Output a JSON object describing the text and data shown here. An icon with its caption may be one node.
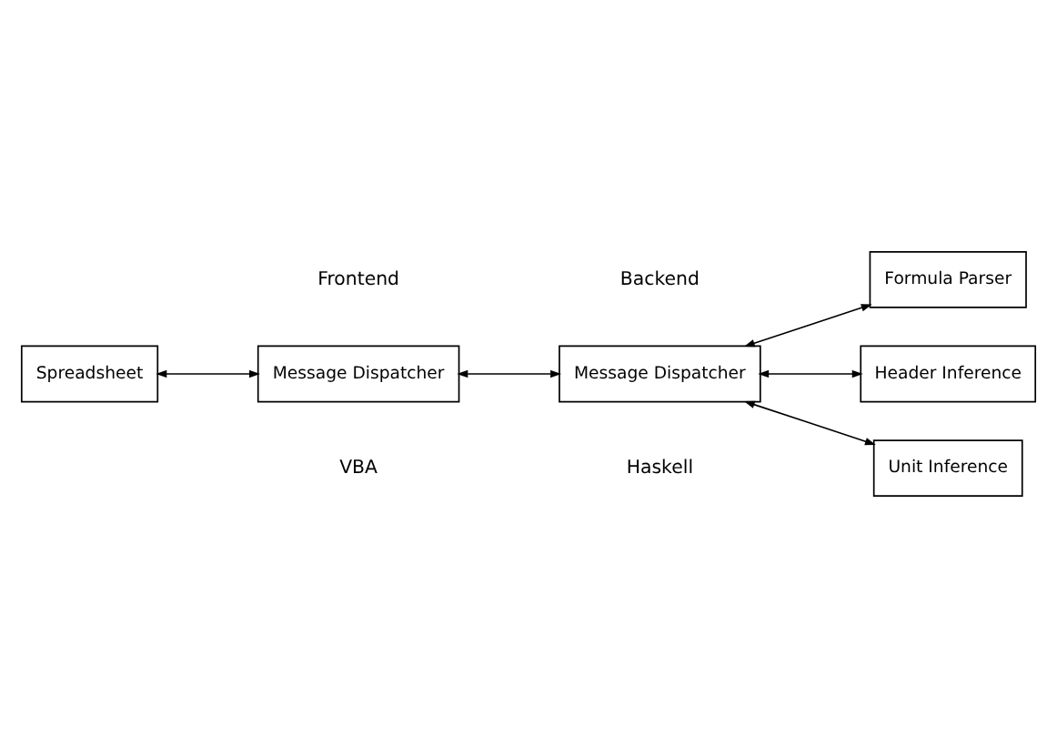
{
  "diagram": {
    "nodes": [
      {
        "text": [
          "Spreadsheet"
        ]
      },
      {
        "text": [
          "Message Dispatcher"
        ]
      },
      {
        "text": [
          "Message Dispatcher"
        ]
      },
      {
        "text": [
          "Formula Parser"
        ]
      },
      {
        "text": [
          "Header Inference"
        ]
      },
      {
        "text": [
          "Unit Inference"
        ]
      }
    ],
    "edges": [
      {
        "from": 0,
        "to": 1,
        "arrow": "both"
      },
      {
        "from": 1,
        "to": 2,
        "arrow": "both"
      },
      {
        "from": 2,
        "to": 3,
        "arrow": "both"
      },
      {
        "from": 2,
        "to": 4,
        "arrow": "both"
      },
      {
        "from": 2,
        "to": 5,
        "arrow": "both"
      }
    ],
    "labels": [
      "Frontend",
      "Backend",
      "VBA",
      "Haskell"
    ]
  }
}
